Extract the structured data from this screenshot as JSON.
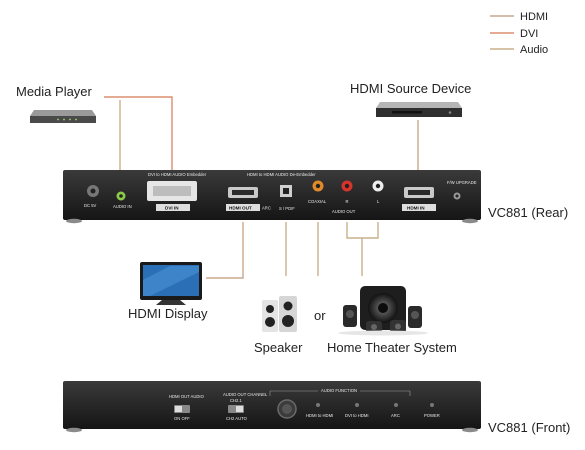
{
  "legend": [
    {
      "label": "HDMI",
      "color": "#c9a98c"
    },
    {
      "label": "DVI",
      "color": "#d98f6f"
    },
    {
      "label": "Audio",
      "color": "#c9b08c"
    }
  ],
  "devices": {
    "media_player": "Media Player",
    "hdmi_source": "HDMI Source Device",
    "hdmi_display": "HDMI Display",
    "speaker": "Speaker",
    "or_word": "or",
    "home_theater": "Home Theater System"
  },
  "rear_panel": {
    "caption": "VC881 (Rear)",
    "dvi_to_hdmi_audio_embedder": "DVI to HDMI AUDIO Embedder",
    "hdmi_to_hdmi_audio_deembedder": "HDMI to HDMI AUDIO De-Embedder",
    "power_port": "DC 5V",
    "audio_in": "AUDIO IN",
    "dvi_in": "DVI IN",
    "hdmi_out": "HDMI OUT",
    "arc": "ARC",
    "spdif": "S / PDIF",
    "coaxial": "COAXIAL",
    "right": "R",
    "left": "L",
    "audio_out": "AUDIO OUT",
    "hdmi_in": "HDMI IN",
    "fw_upgrade": "F/W UPGRADE"
  },
  "front_panel": {
    "caption": "VC881 (Front)",
    "hdmi_out_audio": "HDMI OUT AUDIO",
    "on_off": "ON OFF",
    "audio_out_channel": "AUDIO OUT CHANNEL",
    "channel_setting": "CH2.1",
    "ch2_auto": "CH2 AUTO",
    "audio_function": "AUDIO FUNCTION",
    "hdmi_to_hdmi": "HDMI to HDMI",
    "dvi_to_hdmi": "DVI to HDMI",
    "arc": "ARC",
    "power": "POWER"
  }
}
